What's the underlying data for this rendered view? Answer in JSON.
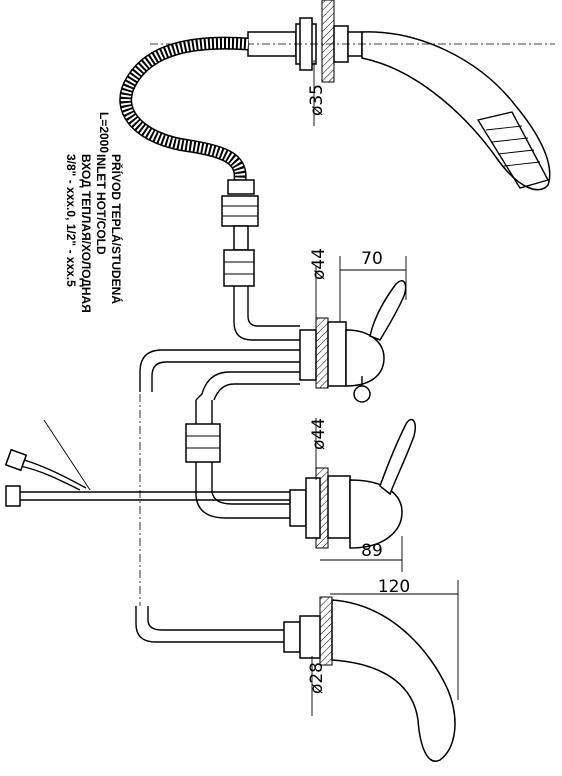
{
  "dimensions": {
    "d35": "ø35",
    "d44_top": "ø44",
    "d44_bottom": "ø44",
    "d28": "ø28",
    "w70": "70",
    "w89": "89",
    "w120": "120"
  },
  "hose_length": "L=2000",
  "inlet_label": {
    "line1": "PŘÍVOD TEPLÁ/STUDENÁ",
    "line2": "INLET HOT/COLD",
    "line3": "ВХОД ТЕПЛАЯ/ХОЛОДНАЯ",
    "line4": "3/8\" - xxx.0, 1/2\" - xxx.5"
  }
}
